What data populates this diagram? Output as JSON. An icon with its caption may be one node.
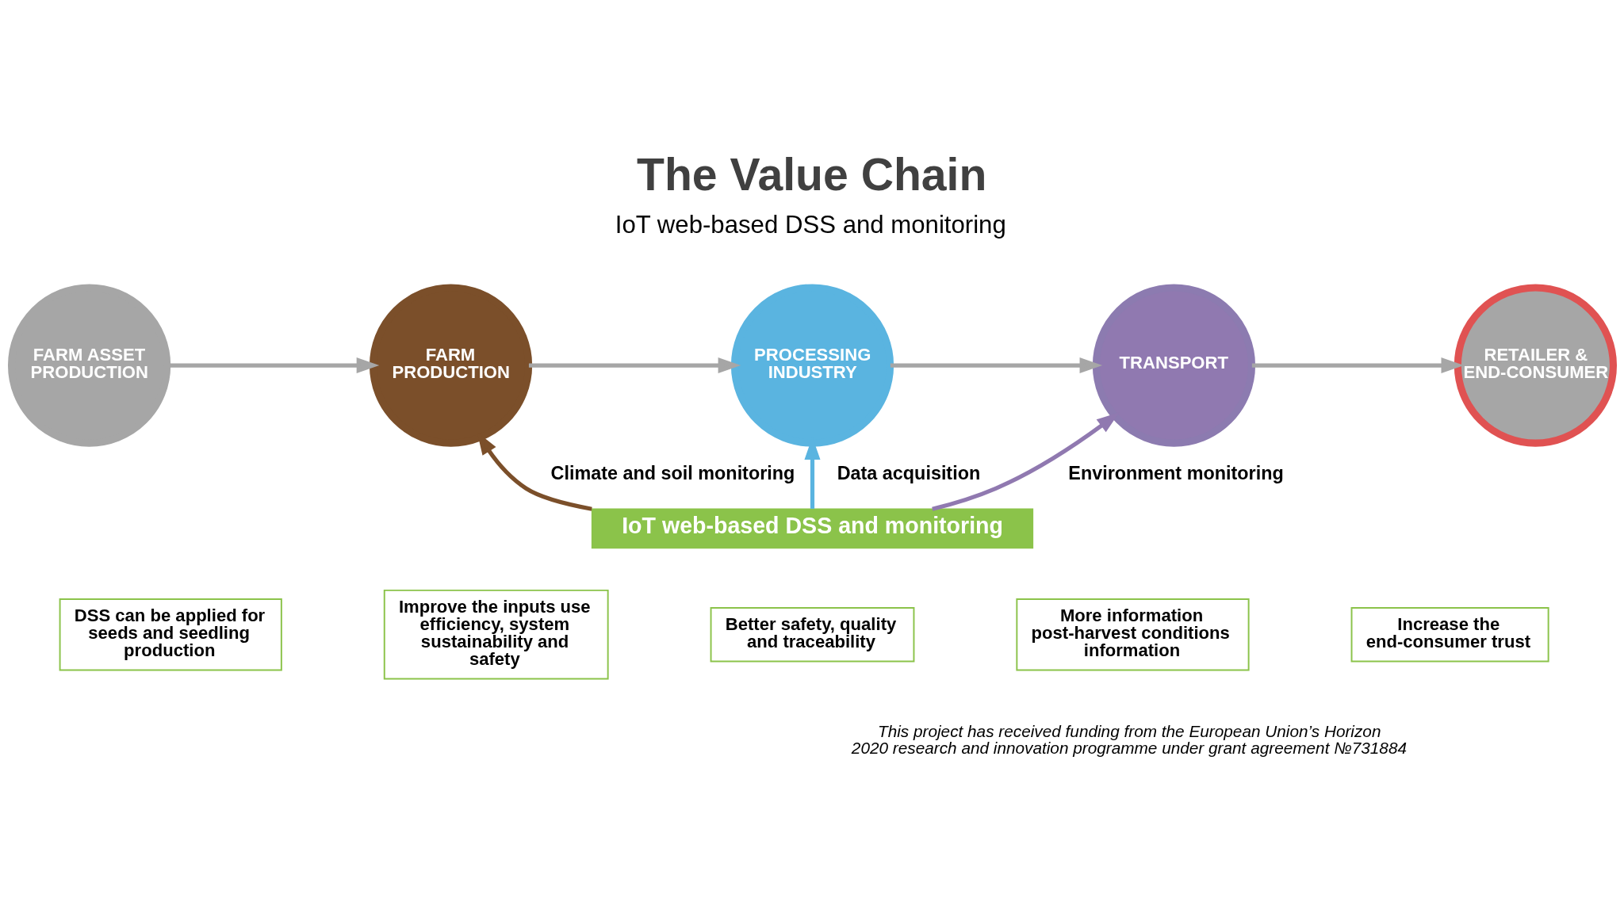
{
  "diagram": {
    "title": "The Value Chain",
    "labels": [
      "IoT web-based DSS and monitoring",
      "This project has received funding from the European Union’s Horizon 2020 research and innovation programme under grant agreement №731884"
    ],
    "nodes": [
      {
        "text": [
          "FARM ASSET PRODUCTION"
        ]
      },
      {
        "text": [
          "FARM PRODUCTION"
        ]
      },
      {
        "text": [
          "PROCESSING INDUSTRY"
        ]
      },
      {
        "text": [
          "TRANSPORT"
        ]
      },
      {
        "text": [
          "RETAILER & END-CONSUMER"
        ]
      },
      {
        "text": [
          "IoT web-based DSS and monitoring"
        ]
      },
      {
        "text": [
          "DSS can be applied for seeds and seedling production"
        ]
      },
      {
        "text": [
          "Improve the inputs use efficiency, system sustainability and safety"
        ]
      },
      {
        "text": [
          "Better safety, quality and traceability"
        ]
      },
      {
        "text": [
          "More information post-harvest conditions information"
        ]
      },
      {
        "text": [
          "Increase the end-consumer trust"
        ]
      }
    ],
    "edges": [
      {
        "from": 0,
        "to": 1,
        "arrow": "to"
      },
      {
        "from": 1,
        "to": 2,
        "arrow": "to"
      },
      {
        "from": 2,
        "to": 3,
        "arrow": "to"
      },
      {
        "from": 3,
        "to": 4,
        "arrow": "to"
      },
      {
        "from": 5,
        "to": 1,
        "arrow": "to",
        "label": "Climate and soil monitoring",
        "color": "#7b4f2a"
      },
      {
        "from": 5,
        "to": 2,
        "arrow": "to",
        "label": "Data acquisition",
        "color": "#5ab4e0"
      },
      {
        "from": 5,
        "to": 3,
        "arrow": "to",
        "label": "Environment monitoring",
        "color": "#9079b0"
      }
    ]
  }
}
